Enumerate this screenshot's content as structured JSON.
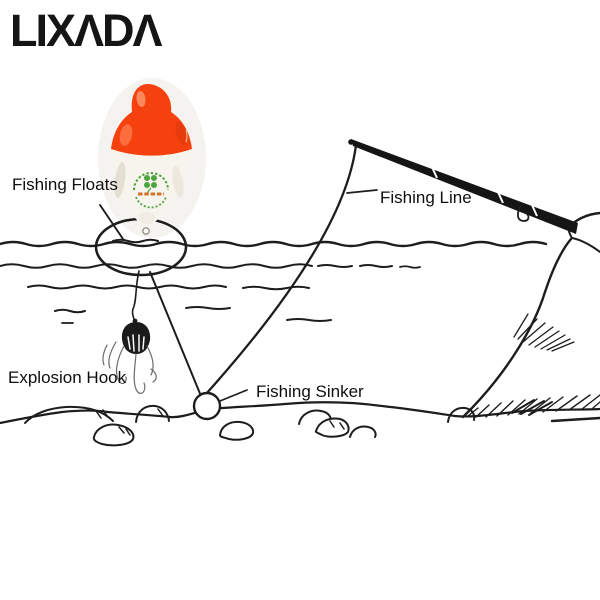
{
  "brand": {
    "logo_text": "LIXADA",
    "logo_display": "LIXΛDΛ",
    "logo_color": "#151515"
  },
  "diagram": {
    "labels": {
      "floats": "Fishing Floats",
      "line": "Fishing Line",
      "hook": "Explosion Hook",
      "sinker": "Fishing Sinker"
    },
    "ink_color": "#1d1d1d"
  },
  "float_product": {
    "cap_color": "#f5410e",
    "cap_highlight": "#ff9468",
    "body_color": "#f7f4ee",
    "body_shade": "#ddd6c7",
    "stamp_green": "#4ca53e",
    "stamp_orange": "#d4732b"
  }
}
